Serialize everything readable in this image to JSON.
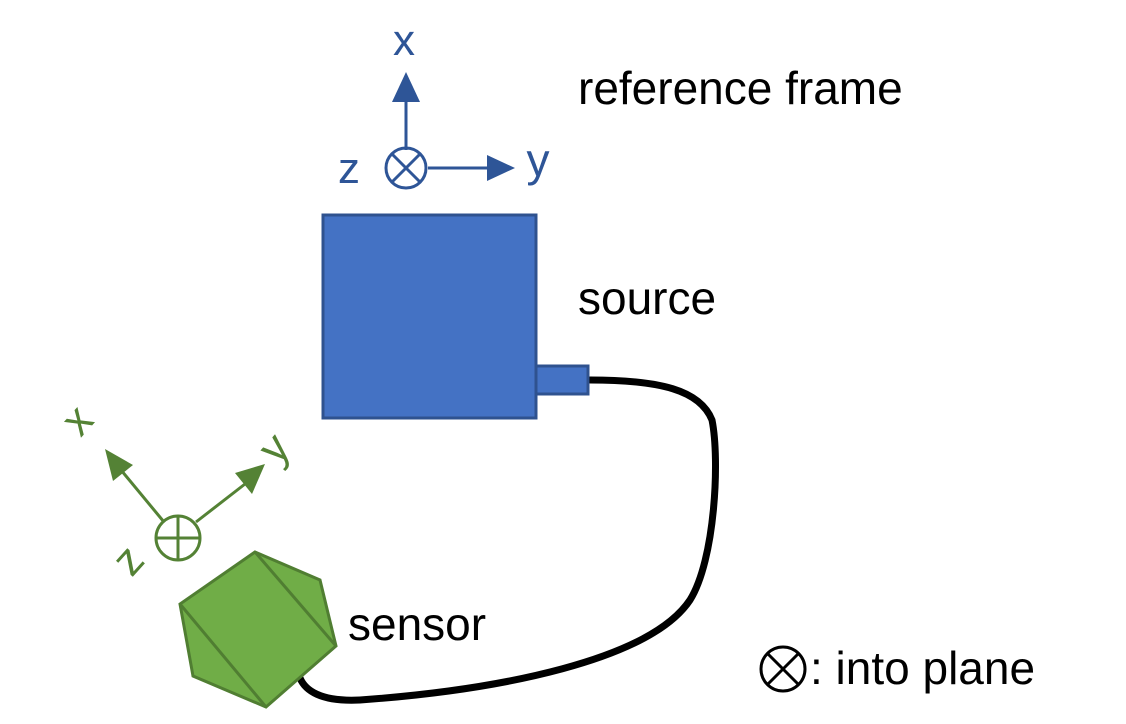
{
  "labels": {
    "reference_frame": "reference frame",
    "source": "source",
    "sensor": "sensor",
    "legend": ": into plane"
  },
  "reference_axes": {
    "x": "x",
    "y": "y",
    "z": "z"
  },
  "sensor_axes": {
    "x": "x",
    "y": "y",
    "z": "z"
  },
  "colors": {
    "reference": "#2e5597",
    "source_fill": "#4472c4",
    "source_stroke": "#2f528f",
    "sensor_fill": "#70ad47",
    "sensor_stroke": "#507e32",
    "sensor_axes": "#548235",
    "cable": "#000000"
  }
}
